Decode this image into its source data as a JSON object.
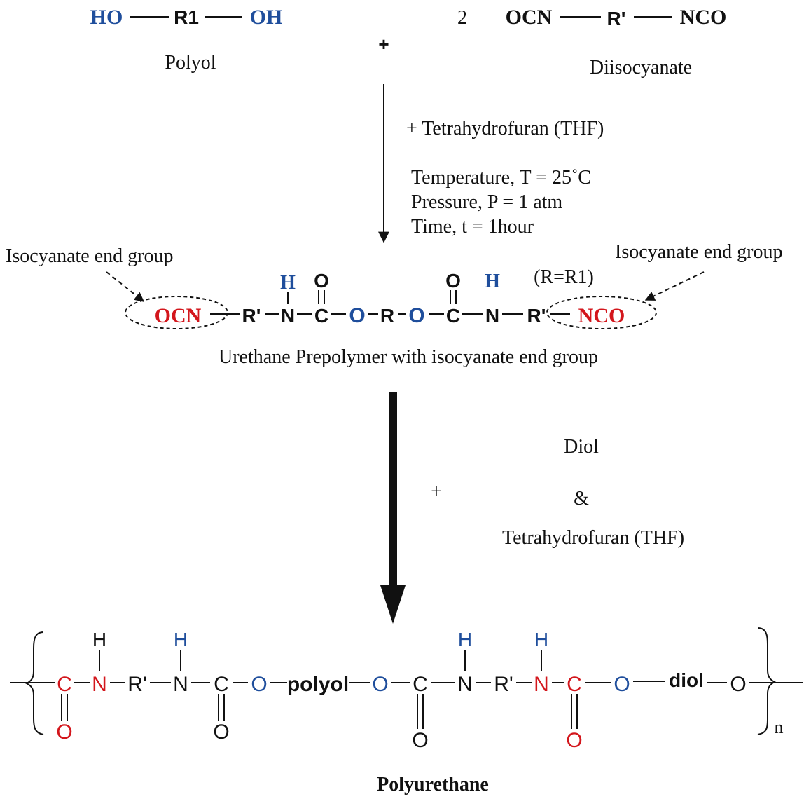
{
  "colors": {
    "black": "#111111",
    "blue": "#1f4e9c",
    "red": "#d3161c"
  },
  "reactants": {
    "polyol": {
      "left_group": "HO",
      "core": "R1",
      "right_group": "OH",
      "label": "Polyol"
    },
    "plus": "+",
    "diisocyanate": {
      "coefficient": "2",
      "left_group": "OCN",
      "core": "R'",
      "right_group": "NCO",
      "label": "Diisocyanate"
    }
  },
  "step1": {
    "reagent": "+ Tetrahydrofuran (THF)",
    "conditions": [
      "Temperature, T = 25˚C",
      "Pressure, P = 1 atm",
      "Time, t = 1hour"
    ]
  },
  "prepolymer": {
    "end_group_left_label": "Isocyanate end group",
    "end_group_right_label": "Isocyanate end group",
    "r_note": "(R=R1)",
    "ocn": "OCN",
    "nco": "NCO",
    "r_prime": "R'",
    "n": "N",
    "c": "C",
    "o": "O",
    "h": "H",
    "r": "R",
    "caption": "Urethane Prepolymer with isocyanate end group"
  },
  "step2": {
    "plus": "+",
    "diol": "Diol",
    "amp": "&",
    "thf": "Tetrahydrofuran (THF)"
  },
  "product": {
    "polyol": "polyol",
    "diol": "diol",
    "r_prime": "R'",
    "n": "N",
    "c": "C",
    "o": "O",
    "h": "H",
    "subscript": "n",
    "name": "Polyurethane"
  }
}
